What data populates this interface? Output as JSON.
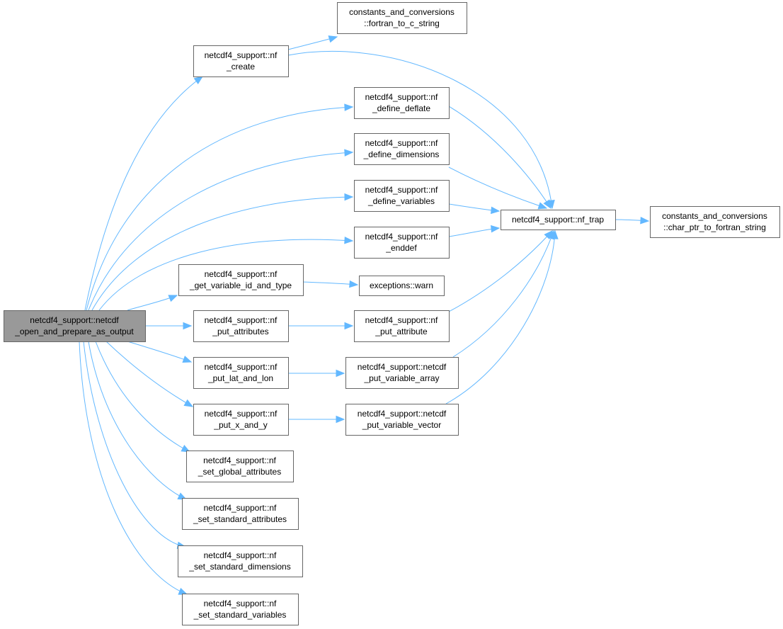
{
  "diagram": {
    "nodes": [
      {
        "id": "root",
        "lines": [
          "netcdf4_support::netcdf",
          "_open_and_prepare_as_output"
        ],
        "root": true
      },
      {
        "id": "create",
        "lines": [
          "netcdf4_support::nf",
          "_create"
        ]
      },
      {
        "id": "f2c",
        "lines": [
          "constants_and_conversions",
          "::fortran_to_c_string"
        ]
      },
      {
        "id": "deflate",
        "lines": [
          "netcdf4_support::nf",
          "_define_deflate"
        ]
      },
      {
        "id": "dims",
        "lines": [
          "netcdf4_support::nf",
          "_define_dimensions"
        ]
      },
      {
        "id": "vars",
        "lines": [
          "netcdf4_support::nf",
          "_define_variables"
        ]
      },
      {
        "id": "enddef",
        "lines": [
          "netcdf4_support::nf",
          "_enddef"
        ]
      },
      {
        "id": "getvar",
        "lines": [
          "netcdf4_support::nf",
          "_get_variable_id_and_type"
        ]
      },
      {
        "id": "warn",
        "lines": [
          "exceptions::warn"
        ]
      },
      {
        "id": "putattrs",
        "lines": [
          "netcdf4_support::nf",
          "_put_attributes"
        ]
      },
      {
        "id": "putattr",
        "lines": [
          "netcdf4_support::nf",
          "_put_attribute"
        ]
      },
      {
        "id": "latlon",
        "lines": [
          "netcdf4_support::nf",
          "_put_lat_and_lon"
        ]
      },
      {
        "id": "vararray",
        "lines": [
          "netcdf4_support::netcdf",
          "_put_variable_array"
        ]
      },
      {
        "id": "xy",
        "lines": [
          "netcdf4_support::nf",
          "_put_x_and_y"
        ]
      },
      {
        "id": "varvec",
        "lines": [
          "netcdf4_support::netcdf",
          "_put_variable_vector"
        ]
      },
      {
        "id": "globattr",
        "lines": [
          "netcdf4_support::nf",
          "_set_global_attributes"
        ]
      },
      {
        "id": "stdattr",
        "lines": [
          "netcdf4_support::nf",
          "_set_standard_attributes"
        ]
      },
      {
        "id": "stddims",
        "lines": [
          "netcdf4_support::nf",
          "_set_standard_dimensions"
        ]
      },
      {
        "id": "stdvars",
        "lines": [
          "netcdf4_support::nf",
          "_set_standard_variables"
        ]
      },
      {
        "id": "trap",
        "lines": [
          "netcdf4_support::nf_trap"
        ]
      },
      {
        "id": "c2f",
        "lines": [
          "constants_and_conversions",
          "::char_ptr_to_fortran_string"
        ]
      }
    ],
    "edges": [
      [
        "root",
        "create"
      ],
      [
        "root",
        "deflate"
      ],
      [
        "root",
        "dims"
      ],
      [
        "root",
        "vars"
      ],
      [
        "root",
        "enddef"
      ],
      [
        "root",
        "getvar"
      ],
      [
        "root",
        "putattrs"
      ],
      [
        "root",
        "latlon"
      ],
      [
        "root",
        "xy"
      ],
      [
        "root",
        "globattr"
      ],
      [
        "root",
        "stdattr"
      ],
      [
        "root",
        "stddims"
      ],
      [
        "root",
        "stdvars"
      ],
      [
        "create",
        "f2c"
      ],
      [
        "create",
        "trap"
      ],
      [
        "deflate",
        "trap"
      ],
      [
        "dims",
        "trap"
      ],
      [
        "vars",
        "trap"
      ],
      [
        "enddef",
        "trap"
      ],
      [
        "getvar",
        "warn"
      ],
      [
        "putattrs",
        "putattr"
      ],
      [
        "putattr",
        "trap"
      ],
      [
        "latlon",
        "vararray"
      ],
      [
        "vararray",
        "trap"
      ],
      [
        "xy",
        "varvec"
      ],
      [
        "varvec",
        "trap"
      ],
      [
        "trap",
        "c2f"
      ]
    ]
  },
  "colors": {
    "edge": "#63b8ff",
    "node_border": "#666666",
    "node_fill": "#ffffff",
    "root_fill": "#999999"
  }
}
